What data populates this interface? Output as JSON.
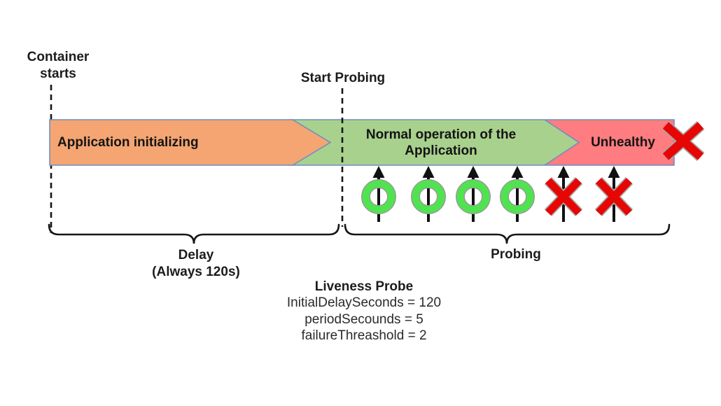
{
  "timeline": {
    "container_starts_label": "Container\nstarts",
    "start_probing_label": "Start Probing",
    "phases": [
      {
        "name": "initializing",
        "label": "Application initializing",
        "color": "#F4A572"
      },
      {
        "name": "normal-operation",
        "label": "Normal operation of the\nApplication",
        "color": "#A9D18E"
      },
      {
        "name": "unhealthy",
        "label": "Unhealthy",
        "color": "#FF7C80"
      }
    ],
    "probes": [
      "success",
      "success",
      "success",
      "success",
      "failure",
      "failure"
    ],
    "braces": {
      "delay_label": "Delay\n(Always 120s)",
      "probing_label": "Probing"
    },
    "legend": {
      "title": "Liveness Probe",
      "lines": [
        "InitialDelaySeconds = 120",
        "periodSecounds = 5",
        "failureThreashold = 2"
      ]
    },
    "colors": {
      "phase_border": "#6F8EBF",
      "success_ring": "#4FE44F",
      "failure_x": "#E60604",
      "arrow_black": "#111111"
    }
  }
}
